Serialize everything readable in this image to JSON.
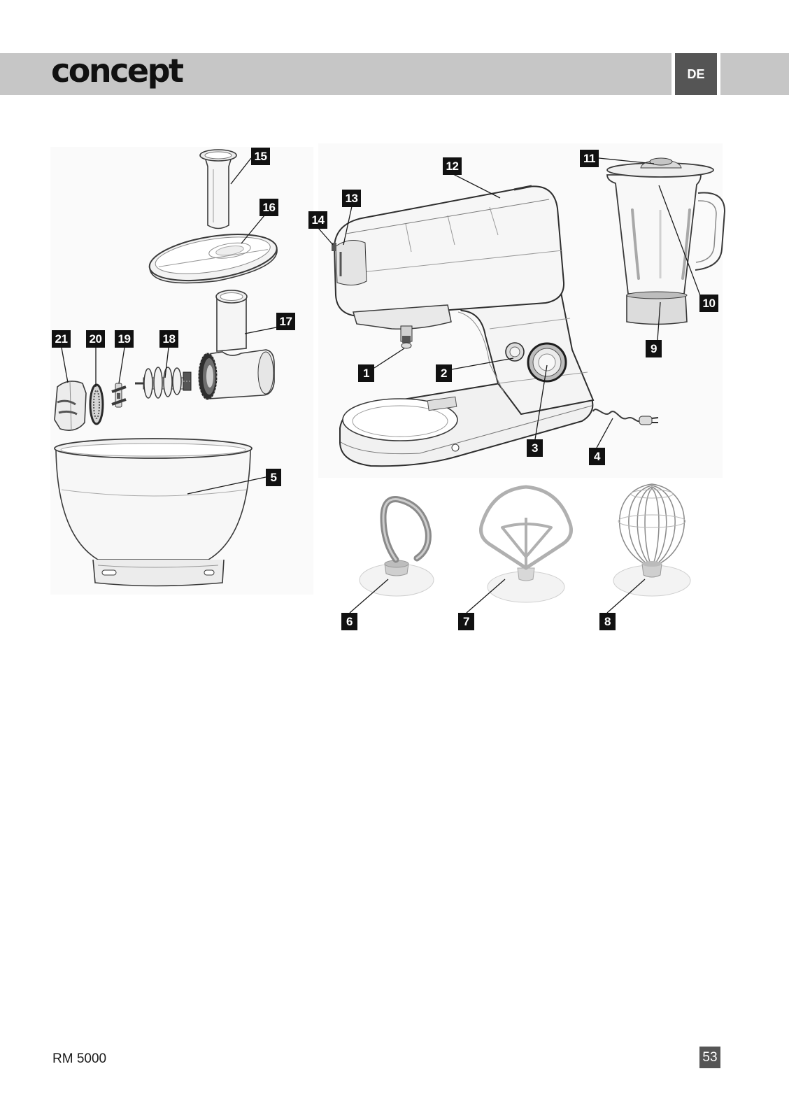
{
  "header": {
    "logo": "concept",
    "language": "DE"
  },
  "callouts": [
    "1",
    "2",
    "3",
    "4",
    "5",
    "6",
    "7",
    "8",
    "9",
    "10",
    "11",
    "12",
    "13",
    "14",
    "15",
    "16",
    "17",
    "18",
    "19",
    "20",
    "21"
  ],
  "footer": {
    "model": "RM 5000",
    "page_number": "53"
  },
  "colors": {
    "header_bar": "#c6c6c6",
    "language_tab": "#555555",
    "callout": "#111111",
    "page_tab": "#555555"
  }
}
